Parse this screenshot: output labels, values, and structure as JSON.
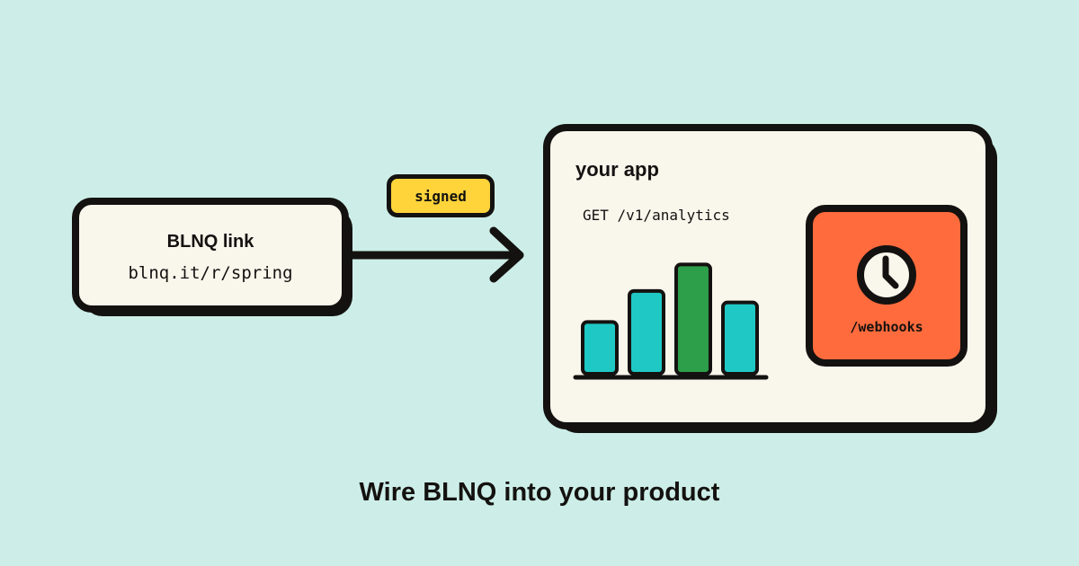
{
  "link": {
    "title": "BLNQ link",
    "url": "blnq.it/r/spring"
  },
  "connector": {
    "badge": "signed"
  },
  "app": {
    "title": "your app",
    "endpoint": "GET /v1/analytics",
    "chart": {
      "bars": [
        {
          "level": 0.45,
          "color": "#1fc8c4"
        },
        {
          "level": 0.72,
          "color": "#1fc8c4"
        },
        {
          "level": 0.95,
          "color": "#2d9e4a"
        },
        {
          "level": 0.62,
          "color": "#1fc8c4"
        }
      ]
    },
    "webhooks": {
      "label": "/webhooks",
      "icon": "clock-icon"
    }
  },
  "headline": "Wire BLNQ into your product",
  "colors": {
    "background": "#cdeee8",
    "ink": "#141210",
    "card": "#f9f6ec",
    "badge": "#ffd43b",
    "webhook": "#ff6b3d"
  }
}
